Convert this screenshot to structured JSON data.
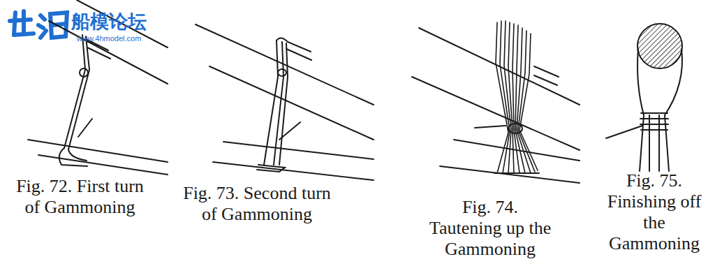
{
  "diagram": {
    "labels": [
      "船模论坛",
      "www.4hmodel.com",
      "Fig. 72. First turn of Gammoning",
      "Fig. 73. Second turn of Gammoning",
      "Fig. 74. Tautening up the Gammoning",
      "Fig. 75. Finishing off the Gammoning"
    ]
  }
}
